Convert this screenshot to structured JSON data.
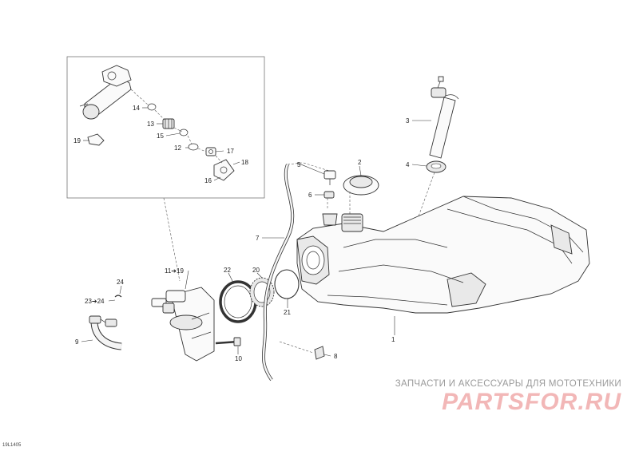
{
  "callouts": {
    "c1": "1",
    "c2": "2",
    "c3": "3",
    "c4": "4",
    "c5": "5",
    "c6": "6",
    "c7": "7",
    "c8": "8",
    "c9": "9",
    "c10": "10",
    "c11": "11➔19",
    "c12": "12",
    "c13": "13",
    "c14": "14",
    "c15": "15",
    "c16": "16",
    "c17": "17",
    "c18": "18",
    "c19": "19",
    "c20": "20",
    "c21": "21",
    "c22": "22",
    "c23": "23➔24",
    "c24": "24"
  },
  "watermark": {
    "tagline": "ЗАПЧАСТИ И АКСЕССУАРЫ ДЛЯ МОТОТЕХНИКИ",
    "brand": "PARTSFOR.RU"
  },
  "drawing_code": "19L1405"
}
